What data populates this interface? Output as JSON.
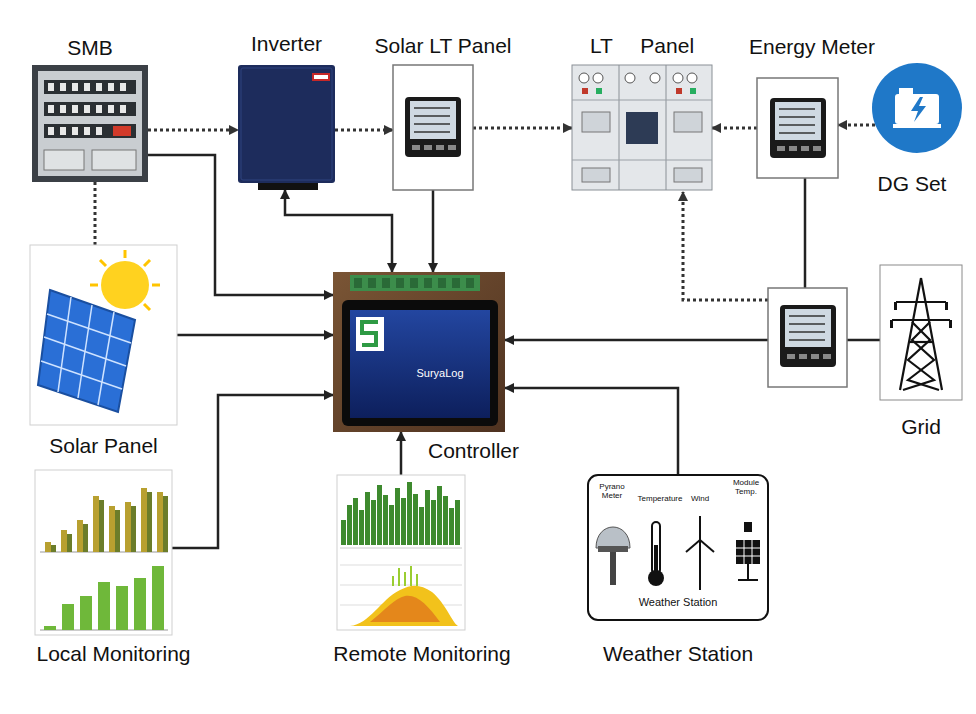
{
  "diagram": {
    "nodes": [
      {
        "text": [
          "SMB"
        ]
      },
      {
        "text": [
          "Inverter"
        ]
      },
      {
        "text": [
          "Solar LT Panel"
        ]
      },
      {
        "text": [
          "LT Panel"
        ]
      },
      {
        "text": [
          "Energy Meter"
        ]
      },
      {
        "text": [
          "DG Set"
        ]
      },
      {
        "text": [
          "Solar Panel"
        ]
      },
      {
        "text": [
          "Controller",
          "SuryaLog"
        ]
      },
      {
        "text": [
          "Grid"
        ]
      },
      {
        "text": [
          "Local Monitoring"
        ]
      },
      {
        "text": [
          "Remote Monitoring"
        ]
      },
      {
        "text": [
          "Weather Station",
          "Pyrano Meter",
          "Temperature",
          "Wind",
          "Module Temp.",
          "Weather Station"
        ]
      }
    ],
    "edges": [
      {
        "from": 0,
        "to": 1,
        "arrow": "to"
      },
      {
        "from": 1,
        "to": 2,
        "arrow": "to"
      },
      {
        "from": 2,
        "to": 3,
        "arrow": "to"
      },
      {
        "from": 4,
        "to": 3,
        "arrow": "to"
      },
      {
        "from": 5,
        "to": 4,
        "arrow": "to"
      },
      {
        "from": 0,
        "to": 7,
        "arrow": "to"
      },
      {
        "from": 1,
        "to": 7,
        "arrow": "both"
      },
      {
        "from": 2,
        "to": 7,
        "arrow": "to"
      },
      {
        "from": 6,
        "to": 7,
        "arrow": "to"
      },
      {
        "from": 0,
        "to": 6,
        "arrow": "none"
      },
      {
        "from": 9,
        "to": 7,
        "arrow": "to"
      },
      {
        "from": 10,
        "to": 7,
        "arrow": "to"
      },
      {
        "from": 11,
        "to": 7,
        "arrow": "to"
      },
      {
        "from": 8,
        "to": 7,
        "arrow": "to"
      }
    ]
  }
}
